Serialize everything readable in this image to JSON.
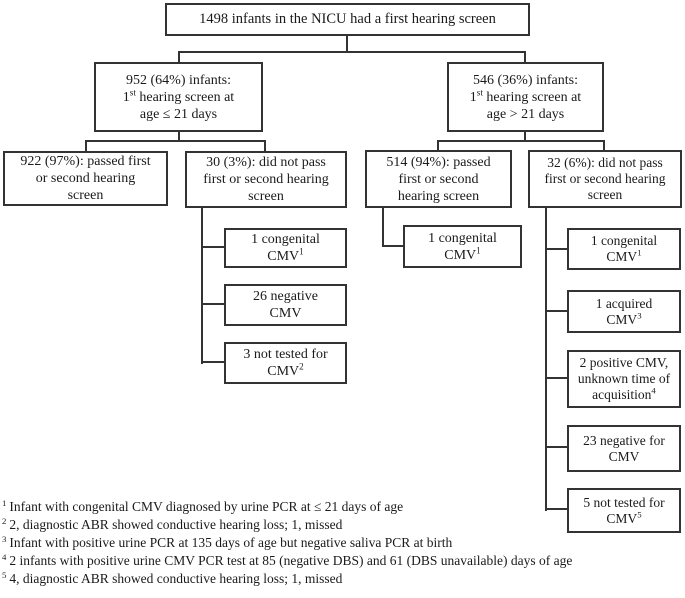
{
  "diagram": {
    "root": {
      "text": "1498 infants in the NICU had a first hearing screen"
    },
    "early": {
      "line1": "952 (64%) infants:",
      "line2_base": "1",
      "line2_sup": "st",
      "line2_rest": " hearing screen at",
      "line3": "age ≤ 21 days"
    },
    "late": {
      "line1": "546 (36%) infants:",
      "line2_base": "1",
      "line2_sup": "st",
      "line2_rest": " hearing screen at",
      "line3": "age > 21 days"
    },
    "early_pass": {
      "line1": "922 (97%): passed first",
      "line2": "or second hearing",
      "line3": "screen"
    },
    "early_fail": {
      "line1": "30 (3%): did not pass",
      "line2": "first or second hearing",
      "line3": "screen"
    },
    "late_pass": {
      "line1": "514 (94%): passed",
      "line2": "first or second",
      "line3": "hearing screen"
    },
    "late_fail": {
      "line1": "32 (6%): did not pass",
      "line2": "first or second hearing",
      "line3": "screen"
    },
    "early_fail_children": [
      {
        "line1": "1 congenital",
        "line2": "CMV",
        "sup": "1"
      },
      {
        "line1": "26 negative",
        "line2": "CMV",
        "sup": ""
      },
      {
        "line1": "3 not tested for",
        "line2": "CMV",
        "sup": "2"
      }
    ],
    "late_pass_children": [
      {
        "line1": "1 congenital",
        "line2": "CMV",
        "sup": "1"
      }
    ],
    "late_fail_children": [
      {
        "line1": "1 congenital",
        "line2": "CMV",
        "sup": "1"
      },
      {
        "line1": "1 acquired",
        "line2": "CMV",
        "sup": "3"
      },
      {
        "line1": "2 positive CMV,",
        "line2": "unknown time of",
        "line3": "acquisition",
        "sup": "4"
      },
      {
        "line1": "23 negative for",
        "line2": "CMV",
        "sup": ""
      },
      {
        "line1": "5 not tested for",
        "line2": "CMV",
        "sup": "5"
      }
    ],
    "footnotes": [
      {
        "sup": "1",
        "text": "Infant with congenital CMV diagnosed by urine PCR at ≤ 21 days of age"
      },
      {
        "sup": "2",
        "text": "2, diagnostic ABR showed conductive hearing loss; 1, missed"
      },
      {
        "sup": "3",
        "text": "Infant with positive urine PCR at 135 days of age but negative saliva PCR at birth"
      },
      {
        "sup": "4",
        "text": "2 infants with positive urine CMV PCR test at 85 (negative DBS) and 61 (DBS unavailable) days of age"
      },
      {
        "sup": "5",
        "text": "4, diagnostic ABR showed conductive hearing loss; 1, missed"
      }
    ]
  },
  "colors": {
    "line": "#333333",
    "text": "#1a1a1a",
    "background": "#ffffff"
  }
}
